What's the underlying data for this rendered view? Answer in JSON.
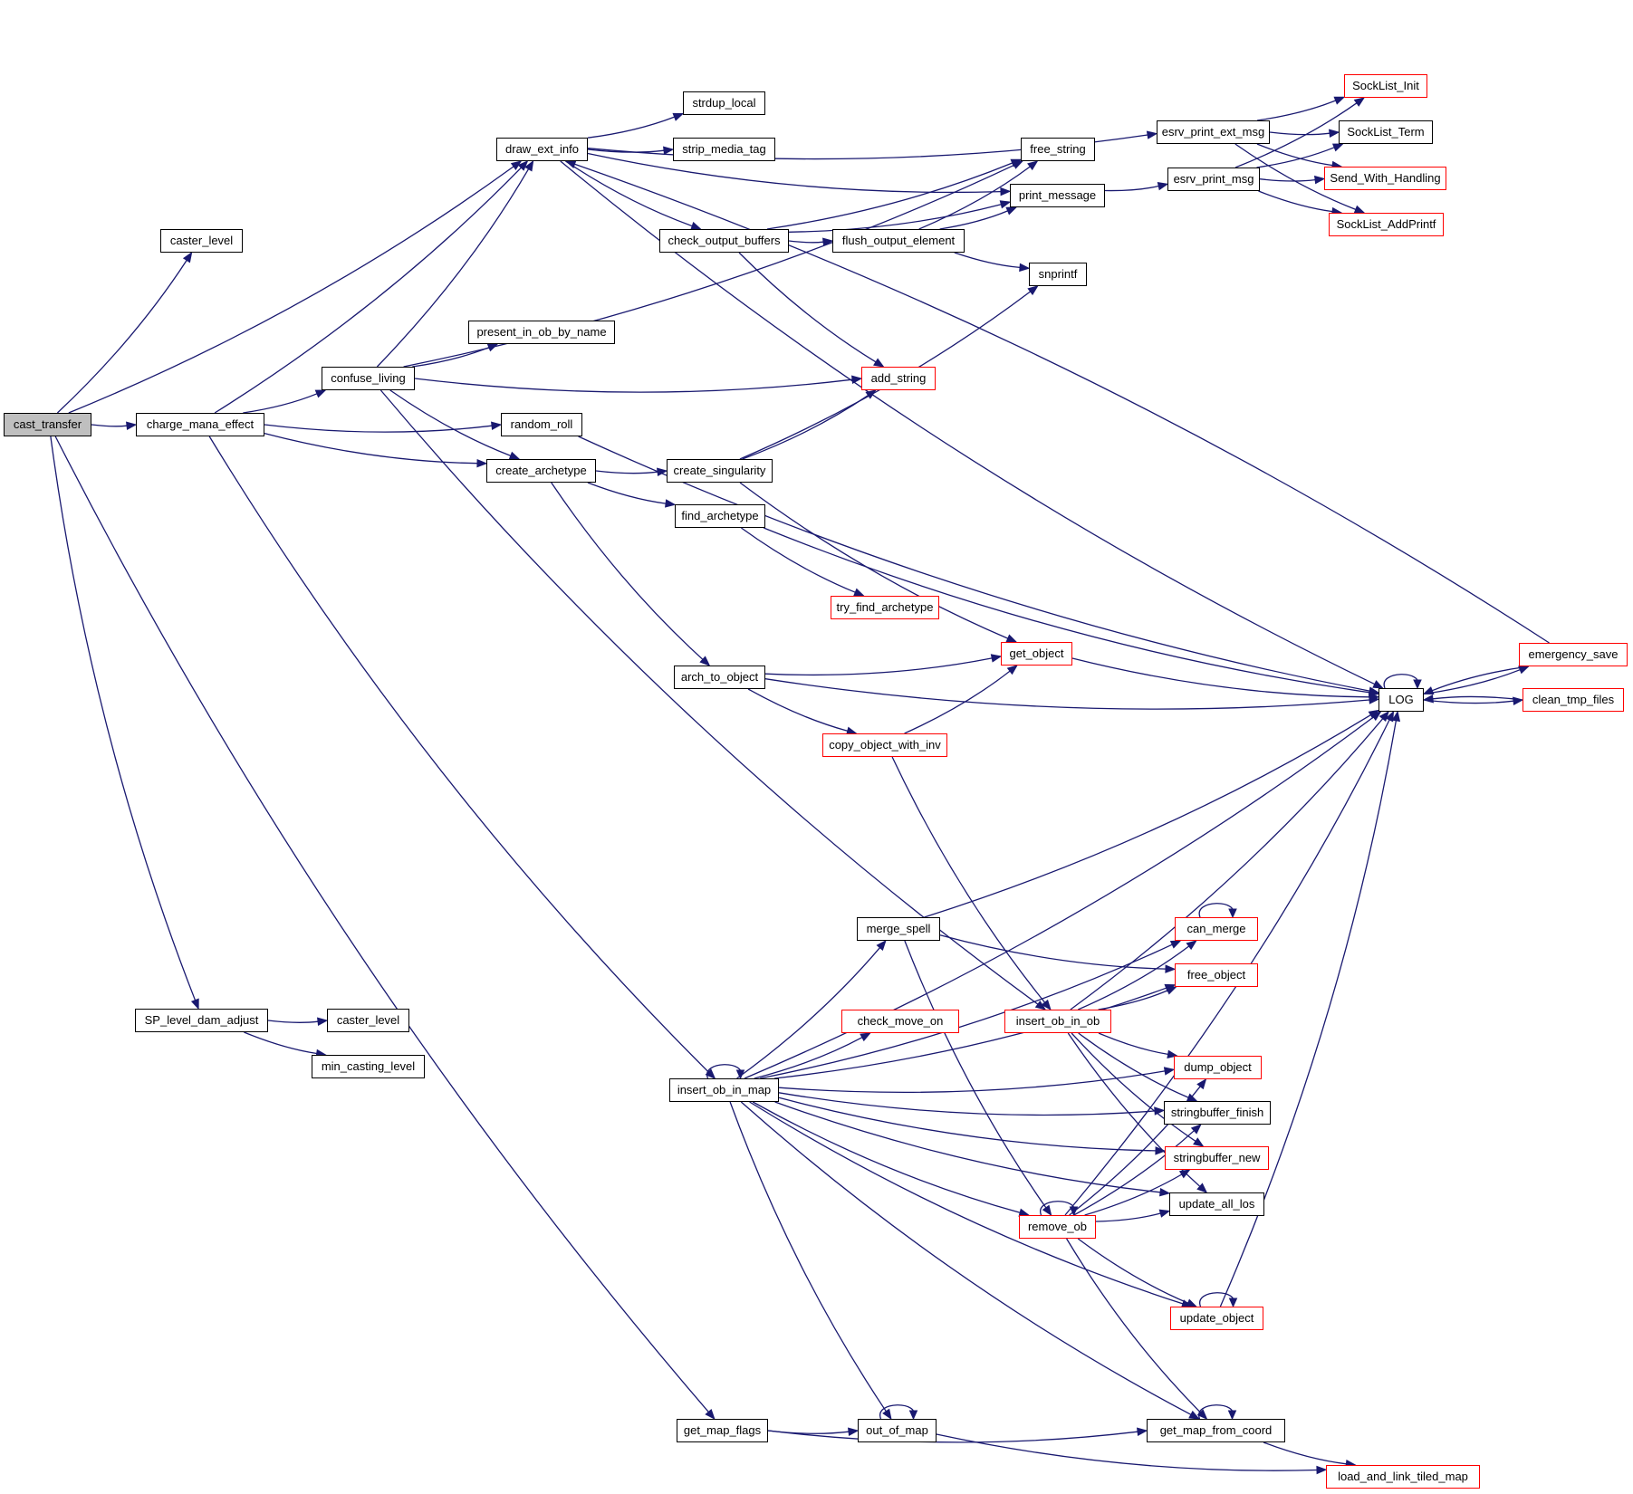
{
  "diagram": {
    "title": "cast_transfer call graph",
    "edge_color": "#191970",
    "external_border_color": "#ff0000",
    "root_fill_color": "#bfbfbf",
    "nodes": [
      {
        "id": "cast_transfer",
        "label": "cast_transfer",
        "root": true,
        "red": false
      },
      {
        "id": "charge_mana_effect",
        "label": "charge_mana_effect",
        "red": false
      },
      {
        "id": "caster_level_1",
        "label": "caster_level",
        "red": false
      },
      {
        "id": "draw_ext_info",
        "label": "draw_ext_info",
        "red": false
      },
      {
        "id": "strdup_local",
        "label": "strdup_local",
        "red": false
      },
      {
        "id": "strip_media_tag",
        "label": "strip_media_tag",
        "red": false
      },
      {
        "id": "check_output_buffers",
        "label": "check_output_buffers",
        "red": false
      },
      {
        "id": "flush_output_element",
        "label": "flush_output_element",
        "red": false
      },
      {
        "id": "free_string",
        "label": "free_string",
        "red": false
      },
      {
        "id": "print_message",
        "label": "print_message",
        "red": false
      },
      {
        "id": "snprintf",
        "label": "snprintf",
        "red": false
      },
      {
        "id": "esrv_print_ext_msg",
        "label": "esrv_print_ext_msg",
        "red": false
      },
      {
        "id": "esrv_print_msg",
        "label": "esrv_print_msg",
        "red": false
      },
      {
        "id": "SockList_Init",
        "label": "SockList_Init",
        "red": true
      },
      {
        "id": "SockList_Term",
        "label": "SockList_Term",
        "red": false
      },
      {
        "id": "Send_With_Handling",
        "label": "Send_With_Handling",
        "red": true
      },
      {
        "id": "SockList_AddPrintf",
        "label": "SockList_AddPrintf",
        "red": true
      },
      {
        "id": "present_in_ob_by_name",
        "label": "present_in_ob_by_name",
        "red": false
      },
      {
        "id": "confuse_living",
        "label": "confuse_living",
        "red": false
      },
      {
        "id": "add_string",
        "label": "add_string",
        "red": true
      },
      {
        "id": "random_roll",
        "label": "random_roll",
        "red": false
      },
      {
        "id": "create_archetype",
        "label": "create_archetype",
        "red": false
      },
      {
        "id": "create_singularity",
        "label": "create_singularity",
        "red": false
      },
      {
        "id": "find_archetype",
        "label": "find_archetype",
        "red": false
      },
      {
        "id": "try_find_archetype",
        "label": "try_find_archetype",
        "red": true
      },
      {
        "id": "arch_to_object",
        "label": "arch_to_object",
        "red": false
      },
      {
        "id": "get_object",
        "label": "get_object",
        "red": true
      },
      {
        "id": "copy_object_with_inv",
        "label": "copy_object_with_inv",
        "red": true
      },
      {
        "id": "LOG",
        "label": "LOG",
        "red": false
      },
      {
        "id": "emergency_save",
        "label": "emergency_save",
        "red": true
      },
      {
        "id": "clean_tmp_files",
        "label": "clean_tmp_files",
        "red": true
      },
      {
        "id": "merge_spell",
        "label": "merge_spell",
        "red": false
      },
      {
        "id": "can_merge",
        "label": "can_merge",
        "red": true
      },
      {
        "id": "free_object",
        "label": "free_object",
        "red": true
      },
      {
        "id": "check_move_on",
        "label": "check_move_on",
        "red": true
      },
      {
        "id": "insert_ob_in_ob",
        "label": "insert_ob_in_ob",
        "red": true
      },
      {
        "id": "SP_level_dam_adjust",
        "label": "SP_level_dam_adjust",
        "red": false
      },
      {
        "id": "caster_level_2",
        "label": "caster_level",
        "red": false
      },
      {
        "id": "min_casting_level",
        "label": "min_casting_level",
        "red": false
      },
      {
        "id": "insert_ob_in_map",
        "label": "insert_ob_in_map",
        "red": false
      },
      {
        "id": "dump_object",
        "label": "dump_object",
        "red": true
      },
      {
        "id": "stringbuffer_finish",
        "label": "stringbuffer_finish",
        "red": false
      },
      {
        "id": "stringbuffer_new",
        "label": "stringbuffer_new",
        "red": true
      },
      {
        "id": "remove_ob",
        "label": "remove_ob",
        "red": true
      },
      {
        "id": "update_all_los",
        "label": "update_all_los",
        "red": false
      },
      {
        "id": "update_object",
        "label": "update_object",
        "red": true
      },
      {
        "id": "get_map_flags",
        "label": "get_map_flags",
        "red": false
      },
      {
        "id": "out_of_map",
        "label": "out_of_map",
        "red": false
      },
      {
        "id": "get_map_from_coord",
        "label": "get_map_from_coord",
        "red": false
      },
      {
        "id": "load_and_link_tiled_map",
        "label": "load_and_link_tiled_map",
        "red": true
      }
    ],
    "edges": [
      [
        "cast_transfer",
        "caster_level_1"
      ],
      [
        "cast_transfer",
        "draw_ext_info"
      ],
      [
        "cast_transfer",
        "charge_mana_effect"
      ],
      [
        "cast_transfer",
        "SP_level_dam_adjust"
      ],
      [
        "cast_transfer",
        "get_map_flags"
      ],
      [
        "charge_mana_effect",
        "draw_ext_info"
      ],
      [
        "charge_mana_effect",
        "confuse_living"
      ],
      [
        "charge_mana_effect",
        "random_roll"
      ],
      [
        "charge_mana_effect",
        "create_archetype"
      ],
      [
        "charge_mana_effect",
        "insert_ob_in_map"
      ],
      [
        "draw_ext_info",
        "strdup_local"
      ],
      [
        "draw_ext_info",
        "strip_media_tag"
      ],
      [
        "draw_ext_info",
        "check_output_buffers"
      ],
      [
        "draw_ext_info",
        "esrv_print_ext_msg"
      ],
      [
        "draw_ext_info",
        "print_message"
      ],
      [
        "draw_ext_info",
        "LOG"
      ],
      [
        "check_output_buffers",
        "flush_output_element"
      ],
      [
        "check_output_buffers",
        "free_string"
      ],
      [
        "check_output_buffers",
        "print_message"
      ],
      [
        "check_output_buffers",
        "add_string"
      ],
      [
        "flush_output_element",
        "free_string"
      ],
      [
        "flush_output_element",
        "print_message"
      ],
      [
        "flush_output_element",
        "snprintf"
      ],
      [
        "print_message",
        "esrv_print_msg"
      ],
      [
        "esrv_print_ext_msg",
        "SockList_Init"
      ],
      [
        "esrv_print_ext_msg",
        "SockList_Term"
      ],
      [
        "esrv_print_ext_msg",
        "Send_With_Handling"
      ],
      [
        "esrv_print_ext_msg",
        "SockList_AddPrintf"
      ],
      [
        "esrv_print_msg",
        "SockList_Init"
      ],
      [
        "esrv_print_msg",
        "SockList_Term"
      ],
      [
        "esrv_print_msg",
        "Send_With_Handling"
      ],
      [
        "esrv_print_msg",
        "SockList_AddPrintf"
      ],
      [
        "confuse_living",
        "draw_ext_info"
      ],
      [
        "confuse_living",
        "free_string"
      ],
      [
        "confuse_living",
        "present_in_ob_by_name"
      ],
      [
        "confuse_living",
        "add_string"
      ],
      [
        "confuse_living",
        "create_archetype"
      ],
      [
        "confuse_living",
        "insert_ob_in_ob"
      ],
      [
        "random_roll",
        "LOG"
      ],
      [
        "create_archetype",
        "create_singularity"
      ],
      [
        "create_archetype",
        "find_archetype"
      ],
      [
        "create_archetype",
        "arch_to_object"
      ],
      [
        "create_singularity",
        "add_string"
      ],
      [
        "create_singularity",
        "snprintf"
      ],
      [
        "create_singularity",
        "get_object"
      ],
      [
        "find_archetype",
        "try_find_archetype"
      ],
      [
        "find_archetype",
        "LOG"
      ],
      [
        "arch_to_object",
        "get_object"
      ],
      [
        "arch_to_object",
        "LOG"
      ],
      [
        "arch_to_object",
        "copy_object_with_inv"
      ],
      [
        "copy_object_with_inv",
        "get_object"
      ],
      [
        "copy_object_with_inv",
        "insert_ob_in_ob"
      ],
      [
        "get_object",
        "LOG"
      ],
      [
        "LOG",
        "LOG"
      ],
      [
        "LOG",
        "emergency_save"
      ],
      [
        "LOG",
        "clean_tmp_files"
      ],
      [
        "emergency_save",
        "LOG"
      ],
      [
        "emergency_save",
        "draw_ext_info"
      ],
      [
        "clean_tmp_files",
        "LOG"
      ],
      [
        "SP_level_dam_adjust",
        "caster_level_2"
      ],
      [
        "SP_level_dam_adjust",
        "min_casting_level"
      ],
      [
        "insert_ob_in_map",
        "insert_ob_in_map"
      ],
      [
        "insert_ob_in_map",
        "LOG"
      ],
      [
        "insert_ob_in_map",
        "can_merge"
      ],
      [
        "insert_ob_in_map",
        "merge_spell"
      ],
      [
        "insert_ob_in_map",
        "free_object"
      ],
      [
        "insert_ob_in_map",
        "check_move_on"
      ],
      [
        "insert_ob_in_map",
        "dump_object"
      ],
      [
        "insert_ob_in_map",
        "stringbuffer_finish"
      ],
      [
        "insert_ob_in_map",
        "stringbuffer_new"
      ],
      [
        "insert_ob_in_map",
        "remove_ob"
      ],
      [
        "insert_ob_in_map",
        "update_all_los"
      ],
      [
        "insert_ob_in_map",
        "update_object"
      ],
      [
        "insert_ob_in_map",
        "out_of_map"
      ],
      [
        "insert_ob_in_map",
        "get_map_from_coord"
      ],
      [
        "merge_spell",
        "LOG"
      ],
      [
        "merge_spell",
        "free_object"
      ],
      [
        "merge_spell",
        "remove_ob"
      ],
      [
        "can_merge",
        "can_merge"
      ],
      [
        "insert_ob_in_ob",
        "can_merge"
      ],
      [
        "insert_ob_in_ob",
        "free_object"
      ],
      [
        "insert_ob_in_ob",
        "LOG"
      ],
      [
        "insert_ob_in_ob",
        "dump_object"
      ],
      [
        "insert_ob_in_ob",
        "stringbuffer_finish"
      ],
      [
        "insert_ob_in_ob",
        "stringbuffer_new"
      ],
      [
        "insert_ob_in_ob",
        "update_all_los"
      ],
      [
        "remove_ob",
        "remove_ob"
      ],
      [
        "remove_ob",
        "dump_object"
      ],
      [
        "remove_ob",
        "stringbuffer_finish"
      ],
      [
        "remove_ob",
        "stringbuffer_new"
      ],
      [
        "remove_ob",
        "update_all_los"
      ],
      [
        "remove_ob",
        "LOG"
      ],
      [
        "remove_ob",
        "update_object"
      ],
      [
        "remove_ob",
        "get_map_from_coord"
      ],
      [
        "update_object",
        "update_object"
      ],
      [
        "update_object",
        "LOG"
      ],
      [
        "get_map_flags",
        "out_of_map"
      ],
      [
        "get_map_flags",
        "get_map_from_coord"
      ],
      [
        "out_of_map",
        "out_of_map"
      ],
      [
        "out_of_map",
        "load_and_link_tiled_map"
      ],
      [
        "get_map_from_coord",
        "get_map_from_coord"
      ],
      [
        "get_map_from_coord",
        "load_and_link_tiled_map"
      ]
    ]
  }
}
